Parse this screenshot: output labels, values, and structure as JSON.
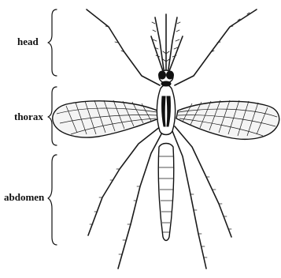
{
  "diagram": {
    "labels": {
      "head": "head",
      "thorax": "thorax",
      "abdomen": "abdomen"
    },
    "colors": {
      "ink": "#111111",
      "background": "#ffffff"
    }
  }
}
